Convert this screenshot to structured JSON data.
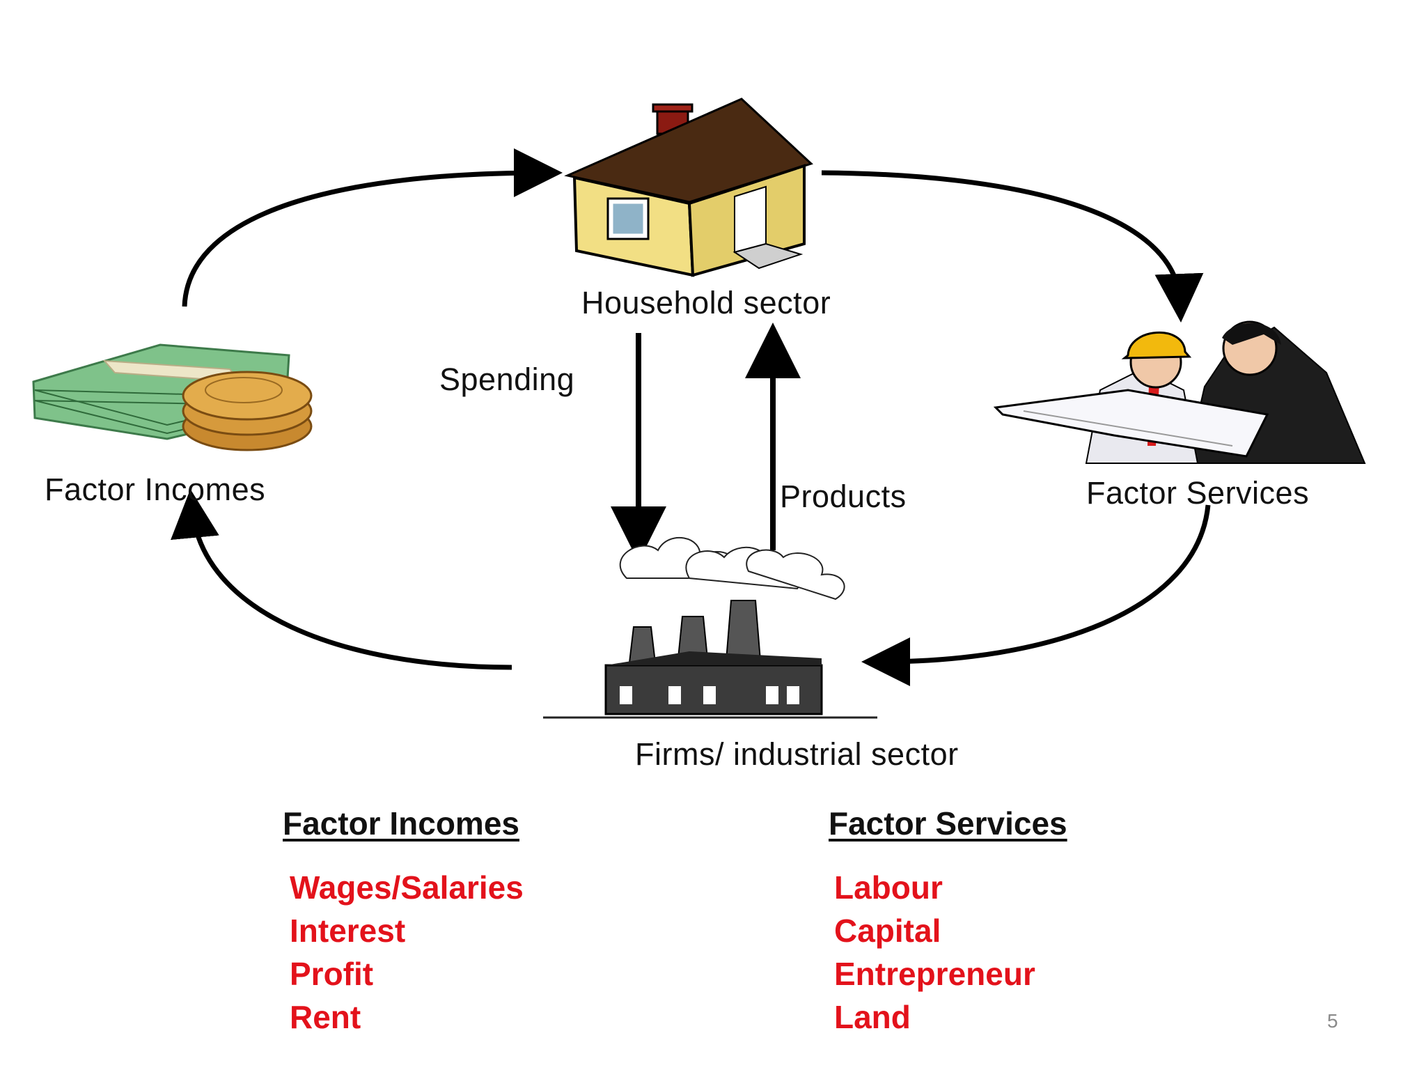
{
  "diagram": {
    "nodes": {
      "household": "Household sector",
      "firms": "Firms/ industrial sector",
      "factor_incomes": "Factor Incomes",
      "factor_services": "Factor Services"
    },
    "flows": {
      "spending": "Spending",
      "products": "Products"
    },
    "icons": {
      "household": "house-icon",
      "firms": "factory-icon",
      "factor_incomes": "money-icon",
      "factor_services": "workers-icon"
    }
  },
  "lists": {
    "incomes": {
      "heading": "Factor Incomes",
      "items": [
        "Wages/Salaries",
        "Interest",
        "Profit",
        "Rent"
      ]
    },
    "services": {
      "heading": "Factor Services",
      "items": [
        "Labour",
        "Capital",
        "Entrepreneur",
        "Land"
      ]
    }
  },
  "page_number": "5",
  "colors": {
    "list_items": "#e3121b",
    "text": "#111111"
  }
}
